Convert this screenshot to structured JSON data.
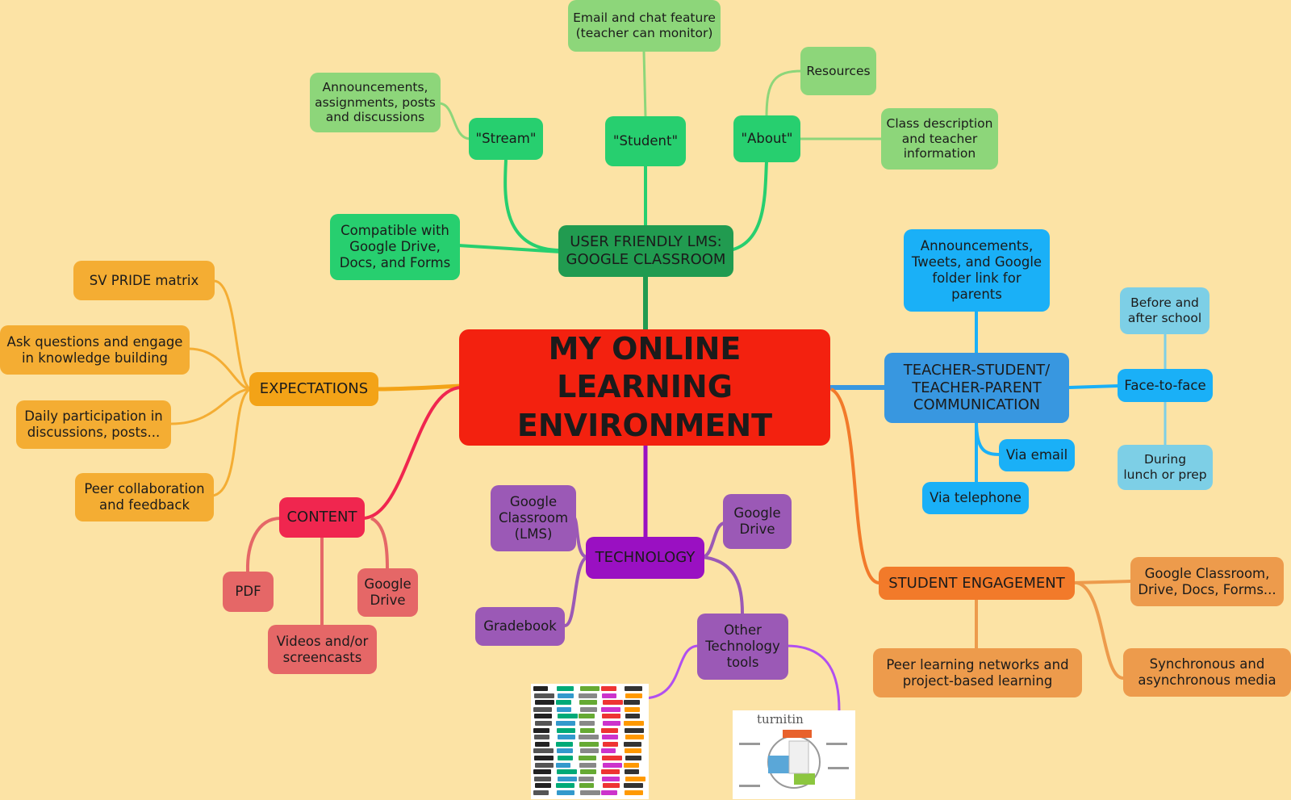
{
  "colors": {
    "background": "#fce3a5",
    "central": "#f3210f",
    "google_classroom": "#219b50",
    "google_classroom_sub": "#27cf6f",
    "google_classroom_leaf": "#8dd67a",
    "communication": "#3897e0",
    "communication_sub": "#1ab0f7",
    "communication_leaf": "#7dcfe6",
    "expectations": "#f3a317",
    "expectations_sub": "#f4ad33",
    "content": "#f0264f",
    "content_sub": "#e56767",
    "technology": "#9a10c2",
    "technology_sub": "#9b59b6",
    "engagement": "#f27a2a",
    "engagement_sub": "#ed9b4c"
  },
  "central": {
    "title": "MY ONLINE LEARNING\nENVIRONMENT"
  },
  "google_classroom": {
    "label": "USER FRIENDLY LMS:\nGOOGLE CLASSROOM",
    "stream": "\"Stream\"",
    "stream_detail": "Announcements,\nassignments, posts\nand discussions",
    "student": "\"Student\"",
    "student_detail": "Email and chat feature\n(teacher can monitor)",
    "about": "\"About\"",
    "about_resources": "Resources",
    "about_description": "Class description\nand teacher\ninformation",
    "compatible": "Compatible with\nGoogle Drive,\nDocs, and Forms"
  },
  "communication": {
    "label": "TEACHER-STUDENT/\nTEACHER-PARENT\nCOMMUNICATION",
    "announcements": "Announcements,\nTweets, and Google\nfolder link for\nparents",
    "face_to_face": "Face-to-face",
    "before_after": "Before and\nafter school",
    "during_lunch": "During\nlunch or prep",
    "via_email": "Via email",
    "via_telephone": "Via telephone"
  },
  "expectations": {
    "label": "EXPECTATIONS",
    "items": [
      "SV PRIDE matrix",
      "Ask questions and engage\nin knowledge building",
      "Daily participation in\ndiscussions, posts...",
      "Peer collaboration\nand feedback"
    ]
  },
  "content": {
    "label": "CONTENT",
    "pdf": "PDF",
    "google_drive": "Google\nDrive",
    "videos": "Videos and/or\nscreencasts"
  },
  "technology": {
    "label": "TECHNOLOGY",
    "google_classroom": "Google\nClassroom\n(LMS)",
    "google_drive": "Google\nDrive",
    "gradebook": "Gradebook",
    "other_tools": "Other\nTechnology\ntools",
    "turnitin_logo": "turnitin"
  },
  "engagement": {
    "label": "STUDENT ENGAGEMENT",
    "google_tools": "Google Classroom,\nDrive, Docs, Forms...",
    "peer_learning": "Peer learning networks and\nproject-based learning",
    "synchronous": "Synchronous and\nasynchronous media"
  }
}
